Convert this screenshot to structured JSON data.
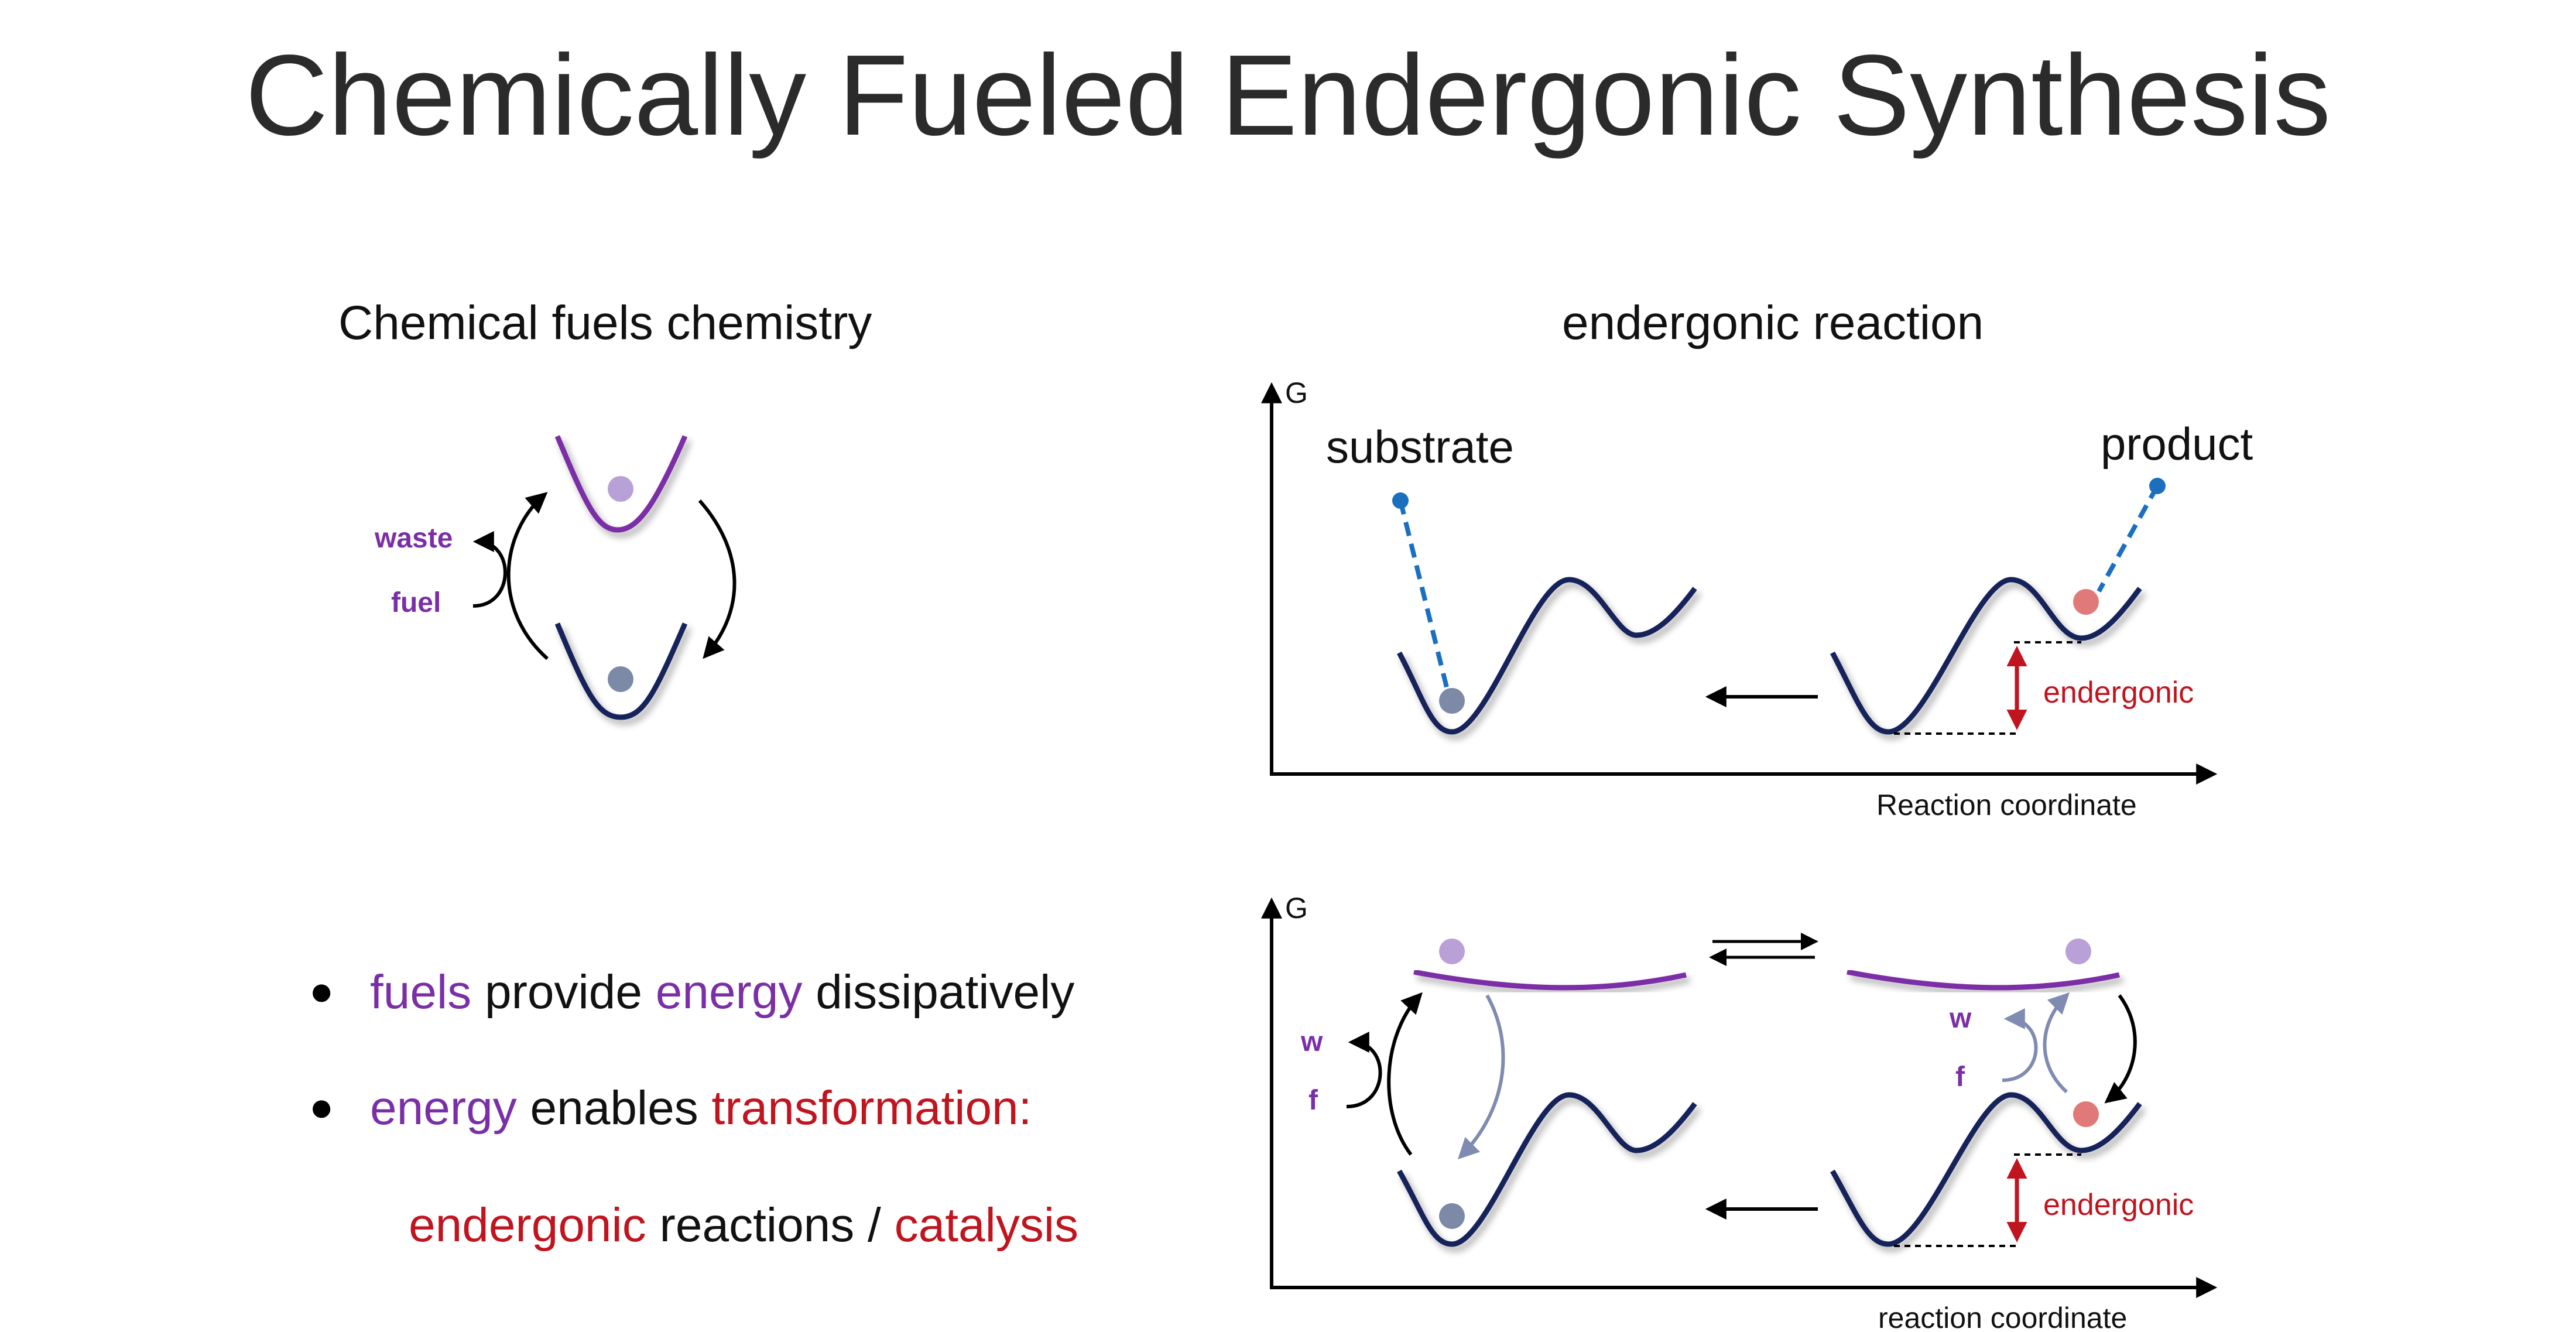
{
  "title": "Chemically Fueled Endergonic Synthesis",
  "left_panel": {
    "heading": "Chemical fuels chemistry",
    "waste_label": "waste",
    "fuel_label": "fuel"
  },
  "right_panel": {
    "heading": "endergonic reaction",
    "top_diagram": {
      "y_axis": "G",
      "x_axis": "Reaction coordinate",
      "substrate_label": "substrate",
      "product_label": "product",
      "gap_label": "endergonic"
    },
    "bottom_diagram": {
      "y_axis": "G",
      "x_axis": "reaction coordinate",
      "w_left": "w",
      "f_left": "f",
      "w_right": "w",
      "f_right": "f",
      "gap_label": "endergonic"
    }
  },
  "bullets": {
    "b1": {
      "fuels": "fuels",
      "provide": " provide ",
      "energy": "energy",
      "rest": " dissipatively"
    },
    "b2": {
      "energy": "energy",
      "enables": " enables ",
      "transformation": "transformation:"
    },
    "b3": {
      "endergonic": "endergonic",
      "reactions": " reactions / ",
      "catalysis": "catalysis"
    }
  },
  "colors": {
    "purple": "#7b2fa6",
    "navy": "#14235a",
    "red": "#c0141e",
    "blue": "#1a6fbf",
    "grey_dot": "#7c8aa8",
    "lilac_dot": "#b9a0d6",
    "salmon_dot": "#e07a78"
  }
}
